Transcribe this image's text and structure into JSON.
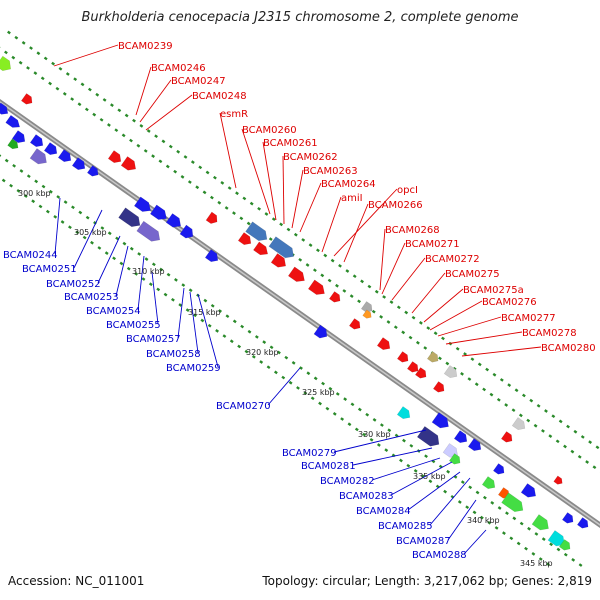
{
  "title": "Burkholderia cenocepacia J2315 chromosome 2, complete genome",
  "footer": {
    "accession": "Accession: NC_011001",
    "summary": "Topology: circular; Length: 3,217,062 bp; Genes: 2,819"
  },
  "colors": {
    "top_strand_labels": "#dd0000",
    "bottom_strand_labels": "#0000cc",
    "backbone": "#888888",
    "tick_dots": "#2a8a2a"
  },
  "ticks": [
    "300 kbp",
    "305 kbp",
    "310 kbp",
    "315 kbp",
    "320 kbp",
    "325 kbp",
    "330 kbp",
    "335 kbp",
    "340 kbp",
    "345 kbp"
  ],
  "top_labels": [
    "BCAM0239",
    "BCAM0246",
    "BCAM0247",
    "BCAM0248",
    "esmR",
    "BCAM0260",
    "BCAM0261",
    "BCAM0262",
    "BCAM0263",
    "BCAM0264",
    "amiI",
    "opcI",
    "BCAM0266",
    "BCAM0268",
    "BCAM0271",
    "BCAM0272",
    "BCAM0275",
    "BCAM0275a",
    "BCAM0276",
    "BCAM0277",
    "BCAM0278",
    "BCAM0280"
  ],
  "bottom_labels": [
    "BCAM0244",
    "BCAM0251",
    "BCAM0252",
    "BCAM0253",
    "BCAM0254",
    "BCAM0255",
    "BCAM0257",
    "BCAM0258",
    "BCAM0259",
    "BCAM0270",
    "BCAM0279",
    "BCAM0281",
    "BCAM0282",
    "BCAM0283",
    "BCAM0284",
    "BCAM0285",
    "BCAM0287",
    "BCAM0288"
  ]
}
